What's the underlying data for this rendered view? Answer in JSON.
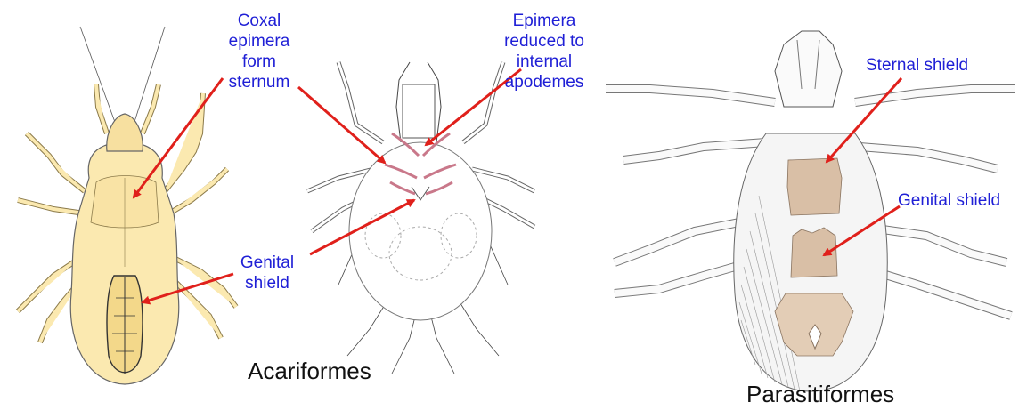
{
  "labels": {
    "coxal_epimera": [
      "Coxal",
      "epimera",
      "form",
      "sternum"
    ],
    "epimera_reduced": [
      "Epimera",
      "reduced to",
      "internal",
      "apodemes"
    ],
    "genital_shield_acari": [
      "Genital",
      "shield"
    ],
    "sternal_shield": "Sternal shield",
    "genital_shield_parasiti": "Genital shield"
  },
  "groups": {
    "acariformes": "Acariformes",
    "parasitiformes": "Parasitiformes"
  },
  "colors": {
    "label_text": "#1f1fd6",
    "arrow": "#e0201b",
    "mite_yellow_fill": "#fbe9b0",
    "shield_tan_fill": "#d9bfa6",
    "epimera_pink": "#c9788a",
    "line_art": "#4a4a4a"
  }
}
